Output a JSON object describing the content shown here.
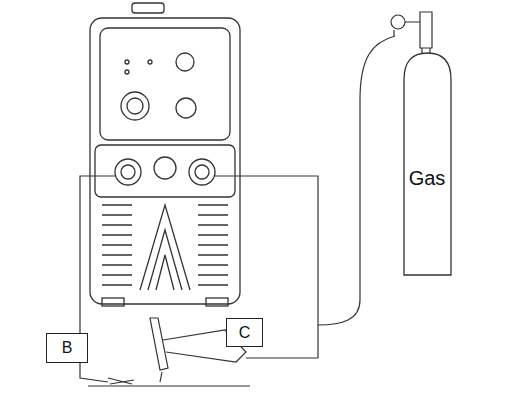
{
  "diagram": {
    "nodes": [
      {
        "text": [
          "Gas"
        ]
      },
      {
        "text": [
          "B"
        ]
      },
      {
        "text": [
          "C"
        ]
      }
    ]
  }
}
